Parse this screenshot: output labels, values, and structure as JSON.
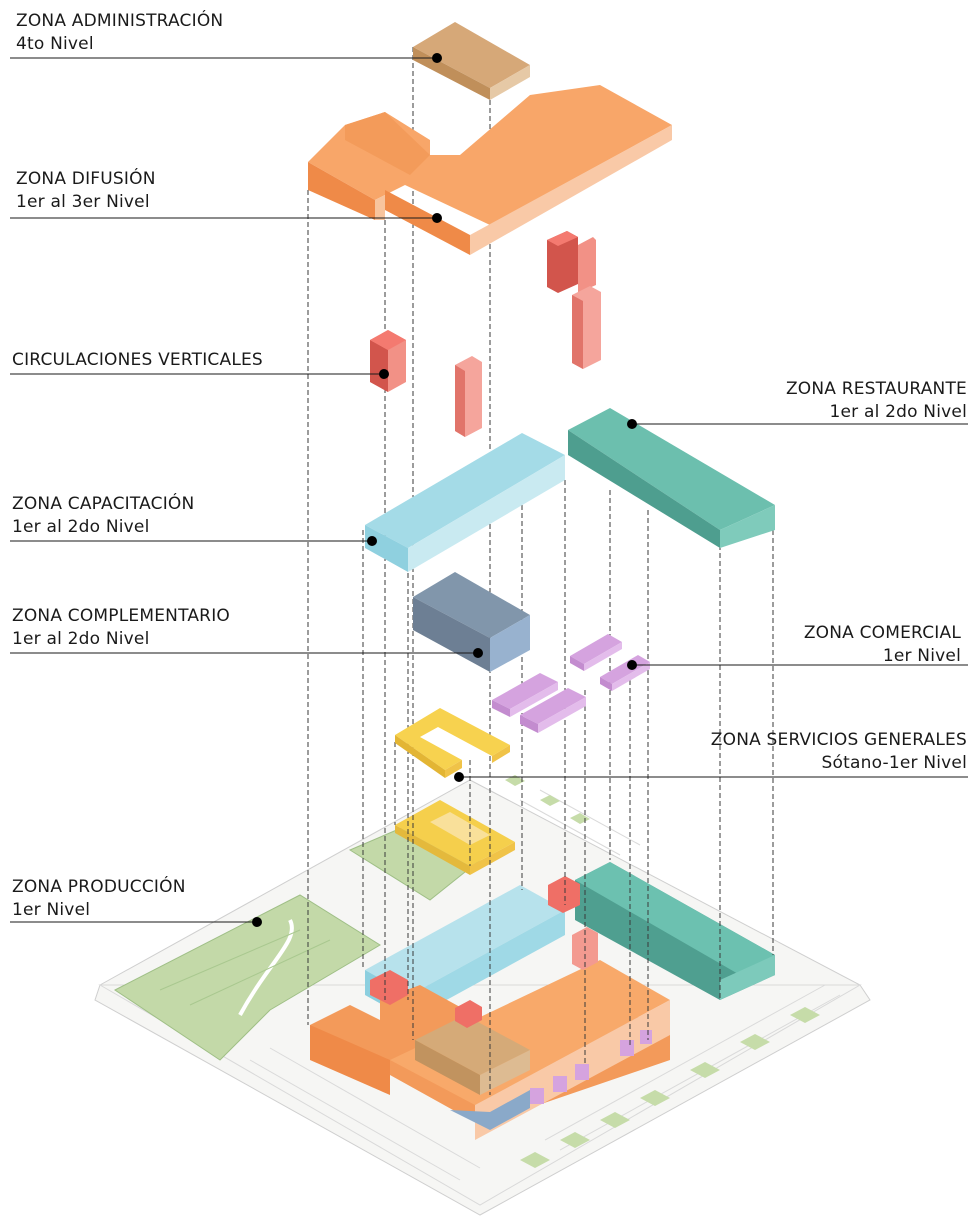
{
  "labels": {
    "administracion": {
      "title": "ZONA ADMINISTRACIÓN",
      "sub": "4to Nivel"
    },
    "difusion": {
      "title": "ZONA DIFUSIÓN",
      "sub": "1er al 3er Nivel"
    },
    "circulaciones": {
      "title": "CIRCULACIONES VERTICALES"
    },
    "restaurante": {
      "title": "ZONA RESTAURANTE",
      "sub": "1er al 2do Nivel"
    },
    "capacitacion": {
      "title": "ZONA CAPACITACIÓN",
      "sub": "1er al 2do Nivel"
    },
    "complementario": {
      "title": "ZONA COMPLEMENTARIO",
      "sub": "1er al 2do Nivel"
    },
    "comercial": {
      "title": "ZONA COMERCIAL",
      "sub": "1er Nivel"
    },
    "servicios": {
      "title": "ZONA SERVICIOS GENERALES",
      "sub": "Sótano-1er Nivel"
    },
    "produccion": {
      "title": "ZONA PRODUCCIÓN",
      "sub": "1er Nivel"
    }
  },
  "colors": {
    "administracion": "#d3a877",
    "difusion": "#f7a467",
    "circulaciones": "#ef6f66",
    "restaurante": "#5fb9a8",
    "capacitacion": "#9fd9e6",
    "complementario": "#7f93a8",
    "comercial": "#d5a3df",
    "servicios": "#f5cf4c",
    "produccion": "#b8d49e"
  }
}
